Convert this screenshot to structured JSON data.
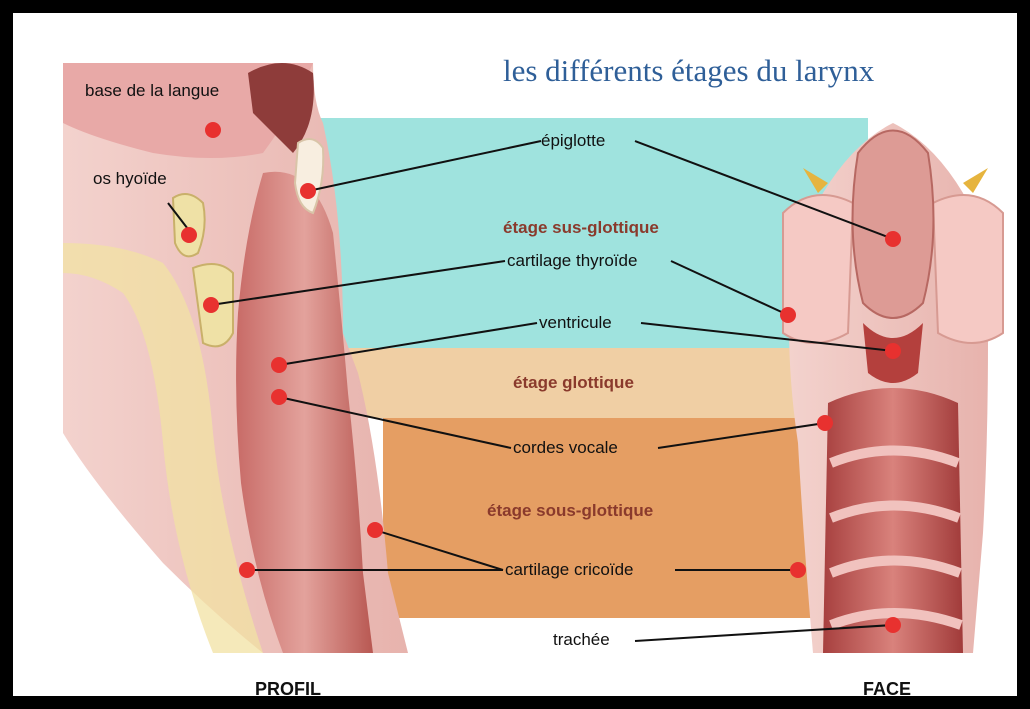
{
  "title": "les différents étages du larynx",
  "views": {
    "profile": "PROFIL",
    "face": "FACE"
  },
  "zones": {
    "supraglottic": "étage sus-glottique",
    "glottic": "étage glottique",
    "subglottic": "étage sous-glottique"
  },
  "labels": {
    "tongue_base": "base de la langue",
    "hyoid": "os hyoïde",
    "epiglottis": "épiglotte",
    "thyroid": "cartilage thyroïde",
    "ventricle": "ventricule",
    "vocal_cords": "cordes vocale",
    "cricoid": "cartilage cricoïde",
    "trachea": "trachée"
  },
  "colors": {
    "supraglottic": "#9fe3de",
    "glottic": "#f0cfa4",
    "subglottic": "#e59e63",
    "marker": "#e8312f",
    "title": "#2f5f98",
    "zone_text": "#8a3a2c"
  }
}
